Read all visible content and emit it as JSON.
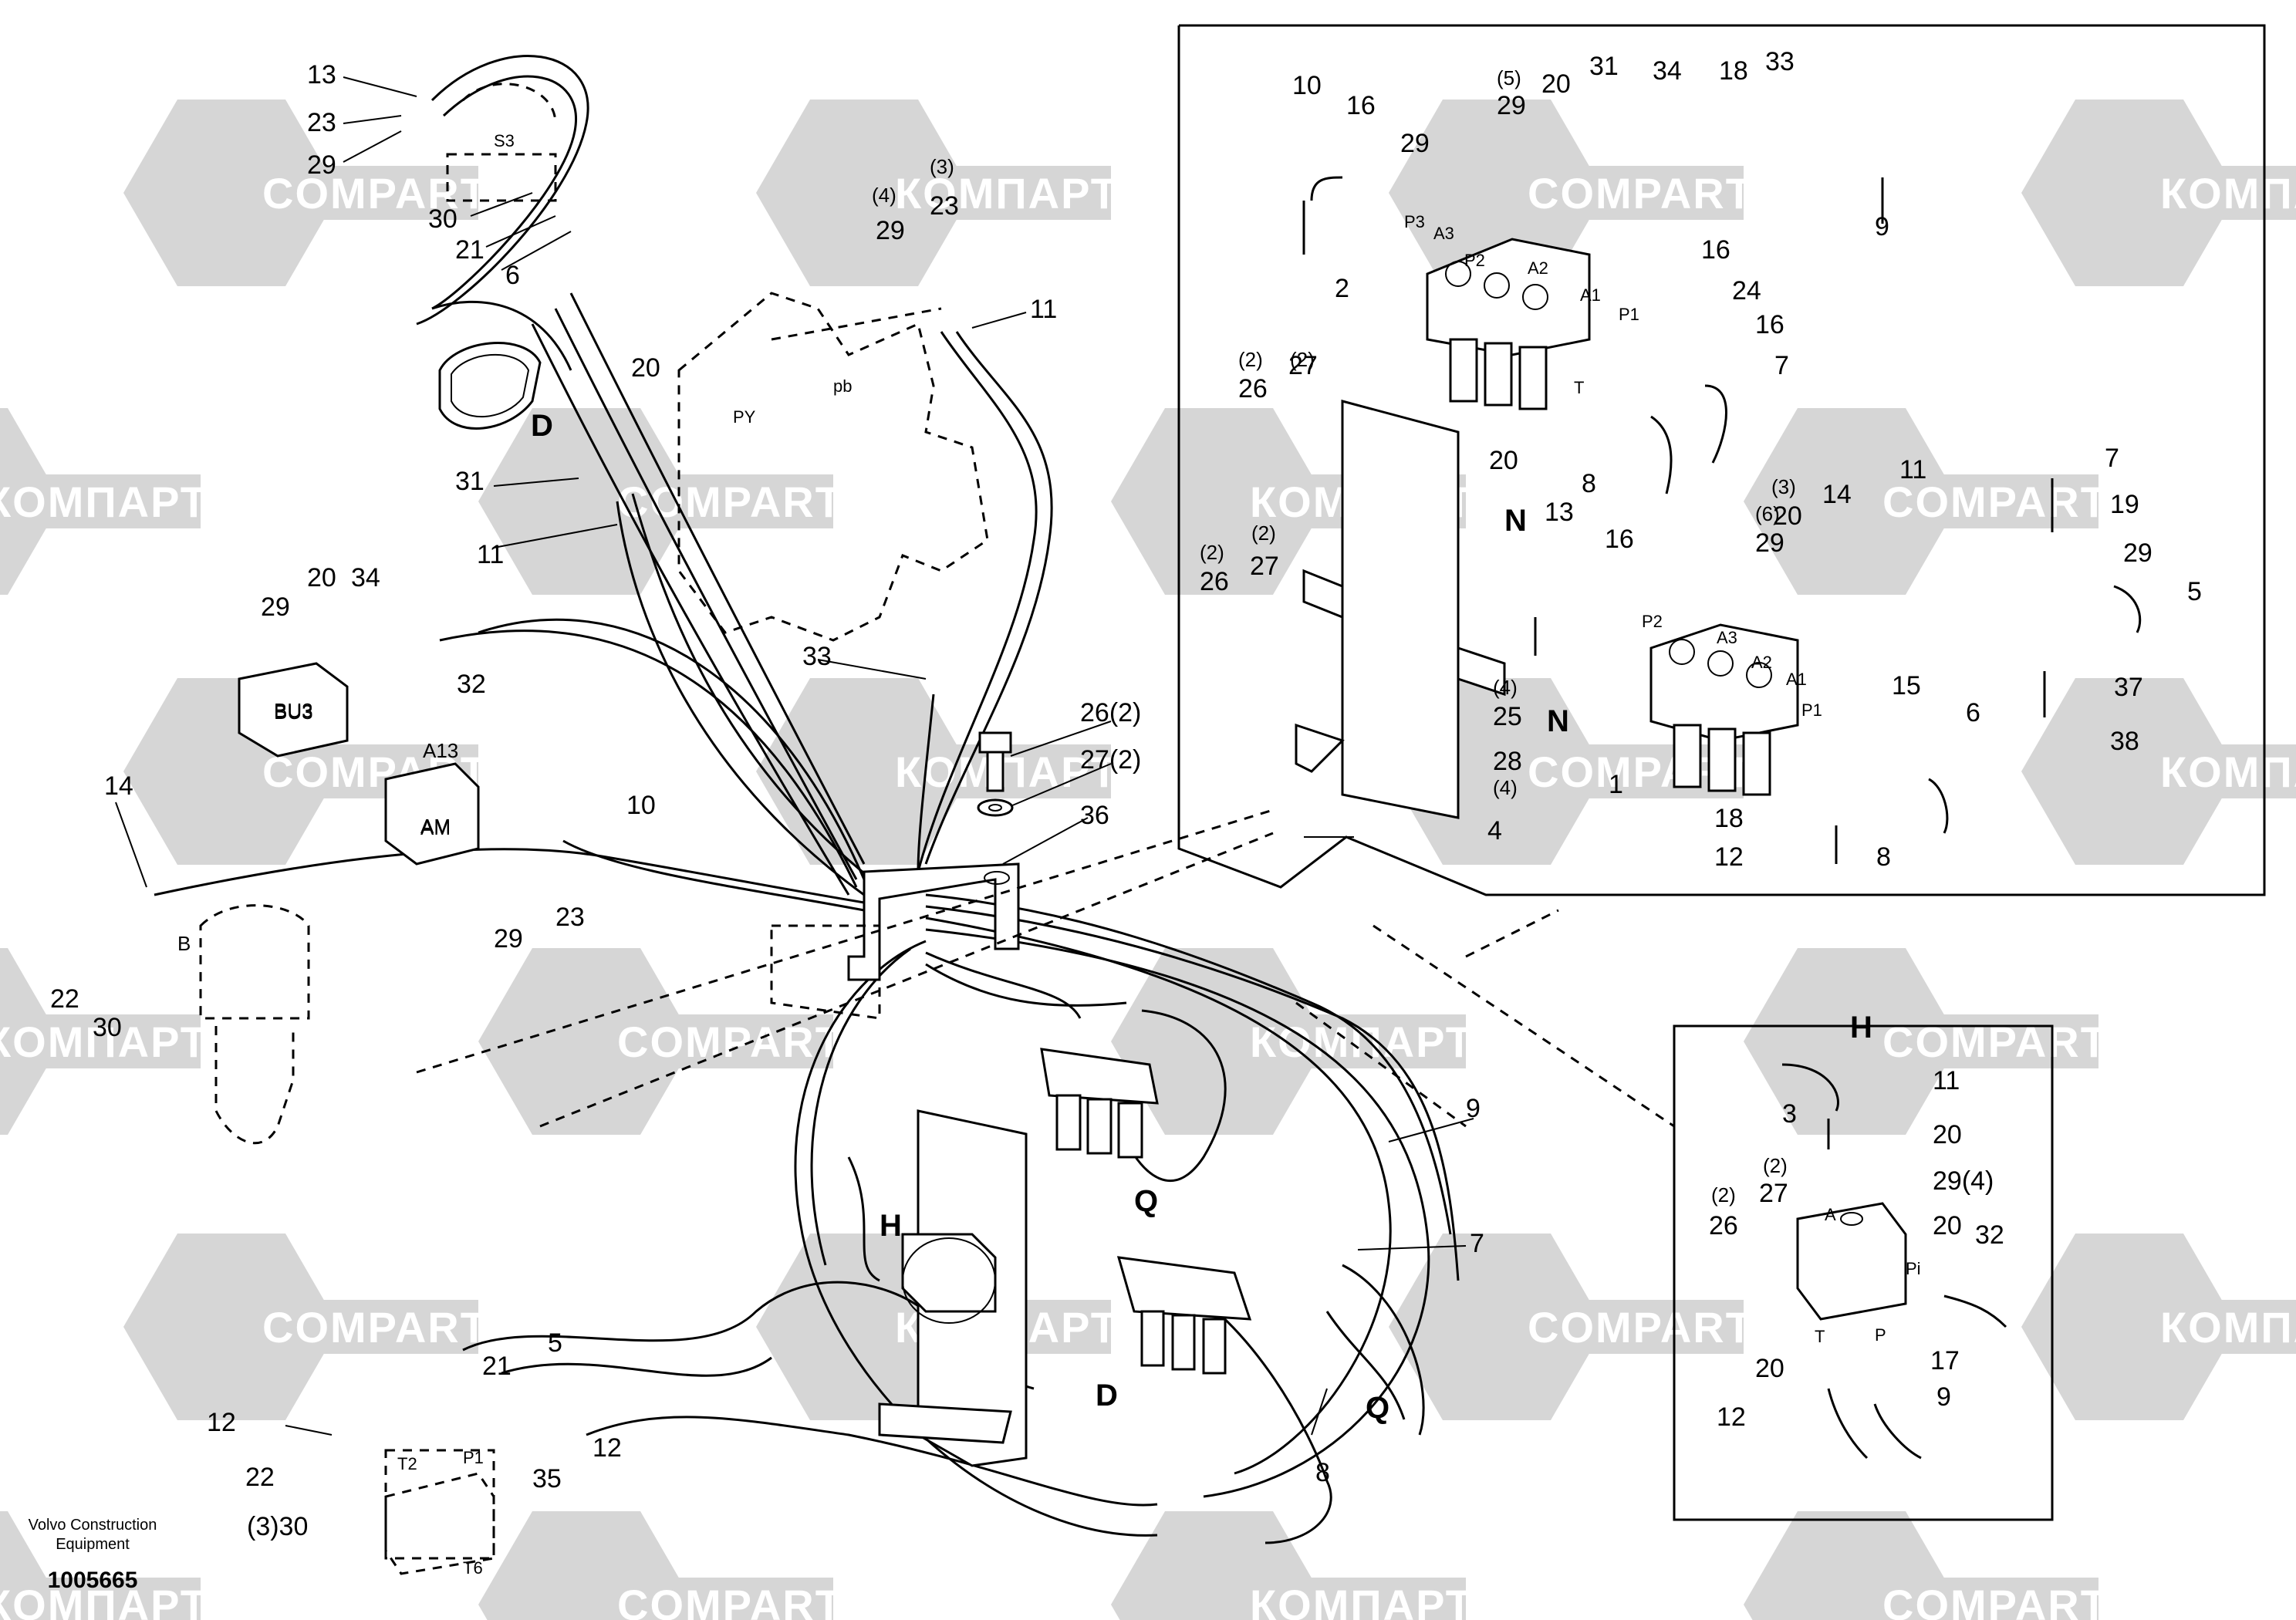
{
  "watermark": {
    "brand_latin": "COMPART",
    "brand_cyrillic": "КОМПАРТ",
    "color": "#d6d6d6"
  },
  "footer": {
    "company": "Volvo Construction",
    "company2": "Equipment",
    "drawing_number": "1005665"
  },
  "views": {
    "n_label": "N",
    "h_label": "H",
    "d_label": "D",
    "q_label": "Q"
  },
  "main": {
    "callouts": [
      "13",
      "23",
      "29",
      "30",
      "21",
      "6",
      "(4)",
      "29",
      "(3)",
      "23",
      "11",
      "20",
      "D",
      "31",
      "11",
      "29",
      "20",
      "34",
      "BU3",
      "32",
      "A13",
      "AM",
      "10",
      "14",
      "B",
      "22",
      "30",
      "29",
      "23",
      "33",
      "26(2)",
      "27(2)",
      "36",
      "H",
      "D",
      "Q",
      "12",
      "22",
      "(3)30",
      "21",
      "5",
      "12",
      "35",
      "P1",
      "T2",
      "T6",
      "9",
      "7",
      "8",
      "Q",
      "S3",
      "PY",
      "pb"
    ]
  },
  "detail_n": {
    "callouts": [
      "10",
      "16",
      "29",
      "(5)",
      "29",
      "20",
      "31",
      "34",
      "18",
      "33",
      "9",
      "P3",
      "A3",
      "P2",
      "A2",
      "A1",
      "16",
      "24",
      "2",
      "P1",
      "16",
      "7",
      "(2)",
      "26",
      "(2)",
      "27",
      "T",
      "20",
      "8",
      "N",
      "(2)",
      "26",
      "(2)",
      "27",
      "13",
      "16",
      "P2",
      "A3",
      "(6)",
      "29",
      "(3)",
      "20",
      "14",
      "11",
      "A2",
      "A1",
      "P1",
      "15",
      "6",
      "N",
      "(4)",
      "25",
      "28",
      "(4)",
      "1",
      "18",
      "12",
      "8",
      "4",
      "7",
      "19",
      "29",
      "5",
      "37",
      "38"
    ]
  },
  "detail_h": {
    "callouts": [
      "H",
      "3",
      "11",
      "20",
      "29(4)",
      "A",
      "(2)",
      "26",
      "(2)",
      "27",
      "20",
      "32",
      "Pi",
      "T",
      "P",
      "20",
      "17",
      "12",
      "9"
    ]
  }
}
